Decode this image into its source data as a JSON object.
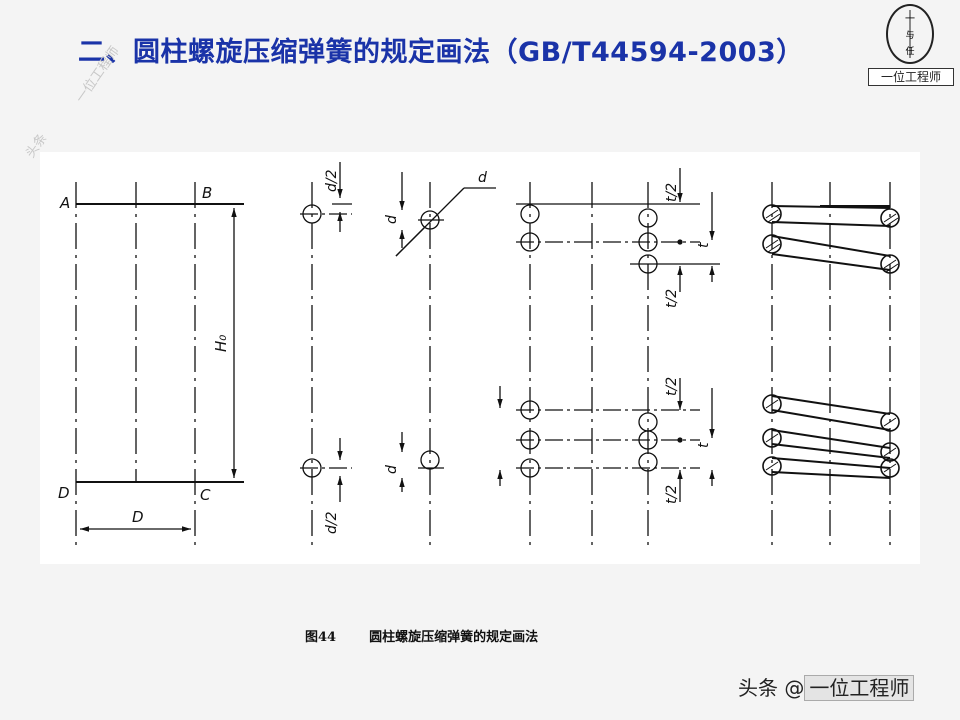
{
  "header": {
    "title": "二、圆柱螺旋压缩弹簧的规定画法（GB/T44594-2003）",
    "logo_label": "一位工程师",
    "logo_glyphs": [
      "一",
      "与",
      "任"
    ]
  },
  "watermark": {
    "line1": "头条",
    "line2": "一位工程师"
  },
  "figure": {
    "labels": {
      "A": "A",
      "B": "B",
      "C": "C",
      "D_corner": "D",
      "D_dim": "D",
      "H0": "H₀",
      "d_half": "d/2",
      "d": "d",
      "t_half": "t/2",
      "t": "t"
    },
    "caption_number": "图44",
    "caption_text": "圆柱螺旋压缩弹簧的规定画法"
  },
  "footer": {
    "source": "头条 @",
    "author": "一位工程师"
  },
  "colors": {
    "title": "#1a33a8",
    "page_bg": "#f4f4f4",
    "panel_bg": "#ffffff",
    "ink": "#111111"
  }
}
